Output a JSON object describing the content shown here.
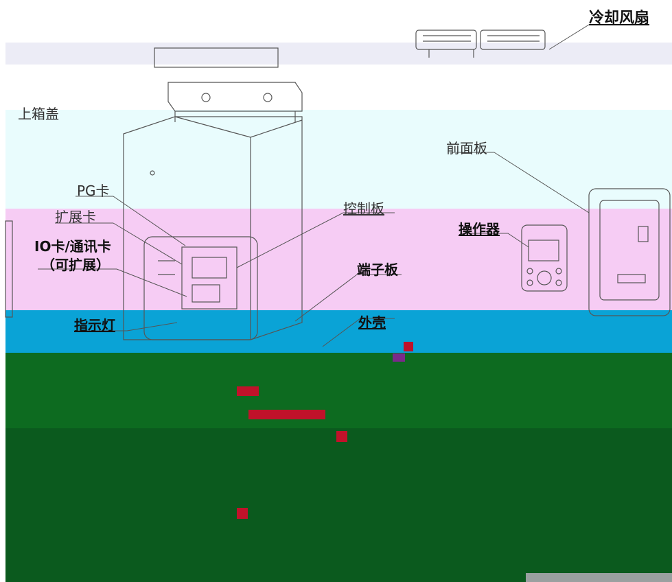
{
  "labels": {
    "cooling_fan": "冷却风扇",
    "upper_cover": "上箱盖",
    "front_panel": "前面板",
    "pg_card": "PG卡",
    "expansion_card": "扩展卡",
    "control_board": "控制板",
    "io_card_line1": "IO卡/通讯卡",
    "io_card_line2": "（可扩展）",
    "keypad": "操作器",
    "terminal_board": "端子板",
    "indicator_light": "指示灯",
    "housing": "外壳"
  },
  "colors": {
    "line": "#555555",
    "band_pink": "#f6ccf4",
    "band_cyan": "#e9fcfd",
    "band_blue": "#0aa3d6",
    "band_green": "#0d6b20",
    "band_darkgreen": "#0b5a1e",
    "accent_red": "#c0122a"
  }
}
